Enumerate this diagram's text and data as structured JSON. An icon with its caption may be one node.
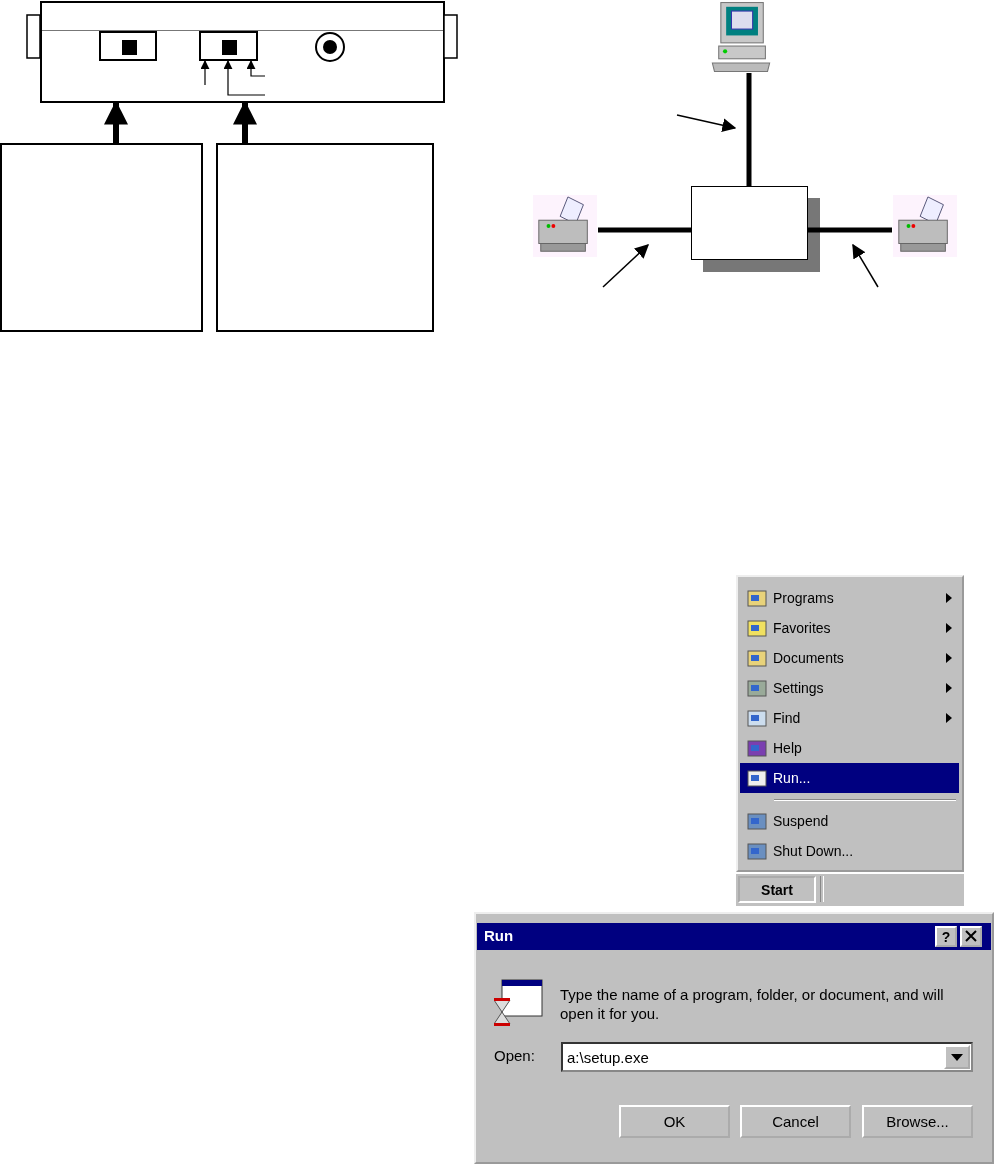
{
  "diagram": {
    "nodes": [
      {
        "text": [],
        "shape": "box"
      },
      {
        "text": [],
        "shape": "box",
        "in": 0
      },
      {
        "text": [],
        "shape": "box",
        "in": 0
      },
      {
        "text": [],
        "shape": "circle",
        "in": 0
      },
      {
        "text": [],
        "shape": "box"
      },
      {
        "text": [],
        "shape": "box"
      },
      {
        "text": [],
        "shape": "computer"
      },
      {
        "text": [],
        "shape": "box"
      },
      {
        "text": [],
        "shape": "printer"
      },
      {
        "text": [],
        "shape": "printer"
      }
    ],
    "edges": [
      {
        "from": 4,
        "to": 0,
        "arrow": "to"
      },
      {
        "from": 5,
        "to": 0,
        "arrow": "to"
      },
      {
        "from": null,
        "to": 2,
        "arrow": "to"
      },
      {
        "from": null,
        "to": 2,
        "arrow": "to"
      },
      {
        "from": null,
        "to": 2,
        "arrow": "to"
      },
      {
        "from": 6,
        "to": 7,
        "arrow": "none"
      },
      {
        "from": 8,
        "to": 7,
        "arrow": "none"
      },
      {
        "from": 7,
        "to": 9,
        "arrow": "none"
      }
    ],
    "labels": [
      "Programs",
      "Favorites",
      "Documents",
      "Settings",
      "Find",
      "Help",
      "Run...",
      "Suspend",
      "Shut Down...",
      "Start",
      "Run",
      "?",
      "Type the name of a program, folder, or document, and will open it for you.",
      "Open:",
      "a:\\setup.exe",
      "OK",
      "Cancel",
      "Browse..."
    ]
  }
}
